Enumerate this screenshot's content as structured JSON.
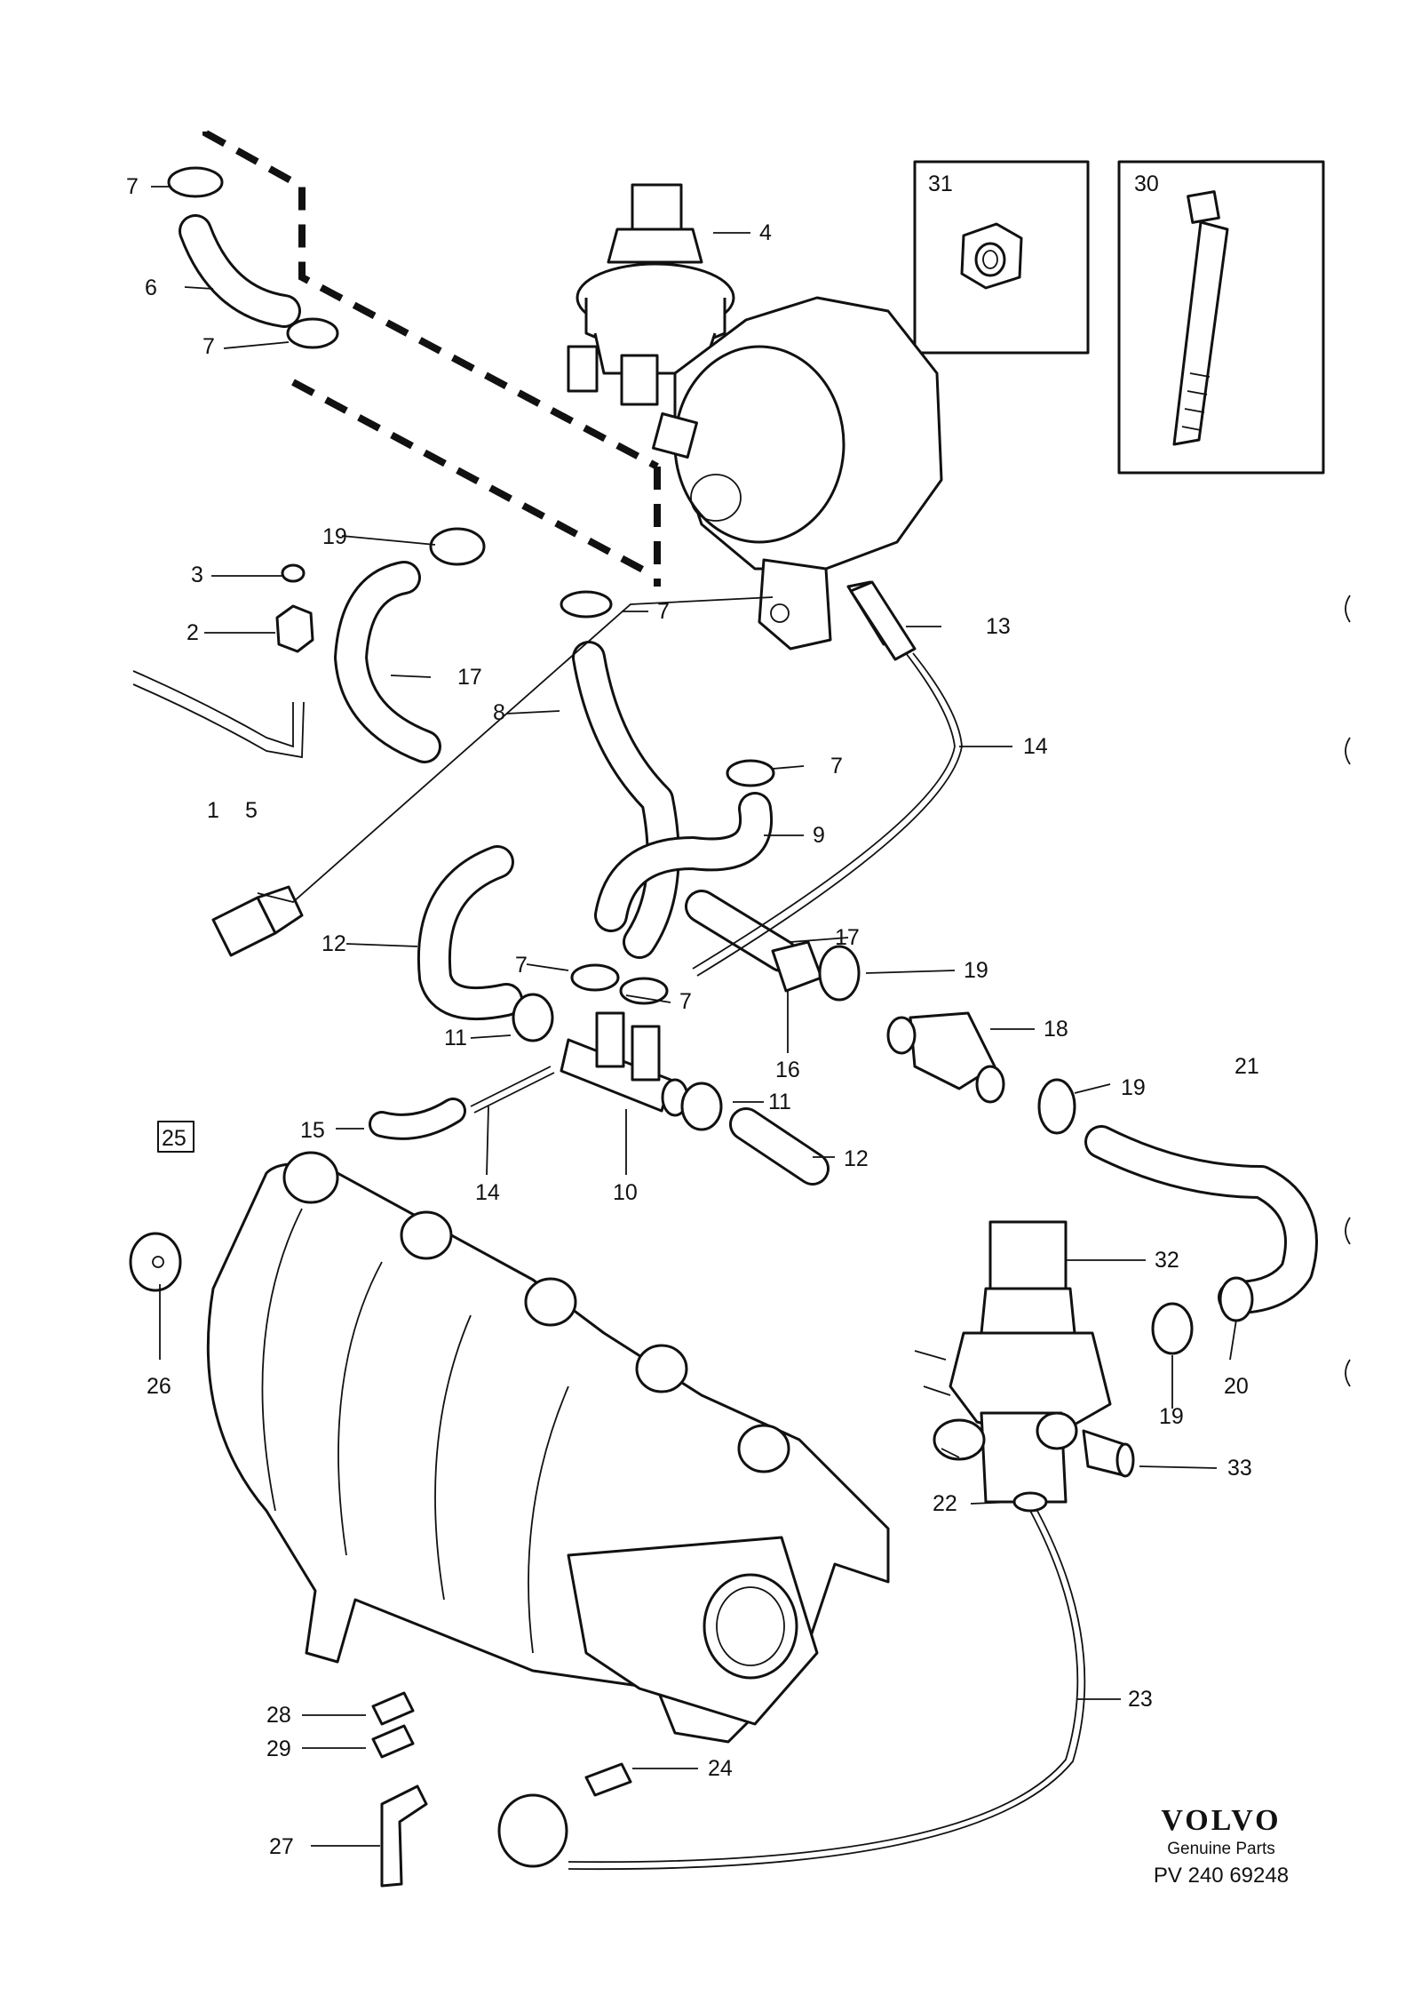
{
  "callouts": [
    "1",
    "2",
    "3",
    "4",
    "5",
    "6",
    "7",
    "8",
    "9",
    "10",
    "11",
    "12",
    "13",
    "14",
    "15",
    "16",
    "17",
    "18",
    "19",
    "20",
    "21",
    "22",
    "23",
    "24",
    "25",
    "26",
    "27",
    "28",
    "29",
    "30",
    "31",
    "32",
    "33"
  ],
  "brand": {
    "logo": "VOLVO",
    "subtitle": "Genuine Parts",
    "code": "PV 240 69248"
  }
}
